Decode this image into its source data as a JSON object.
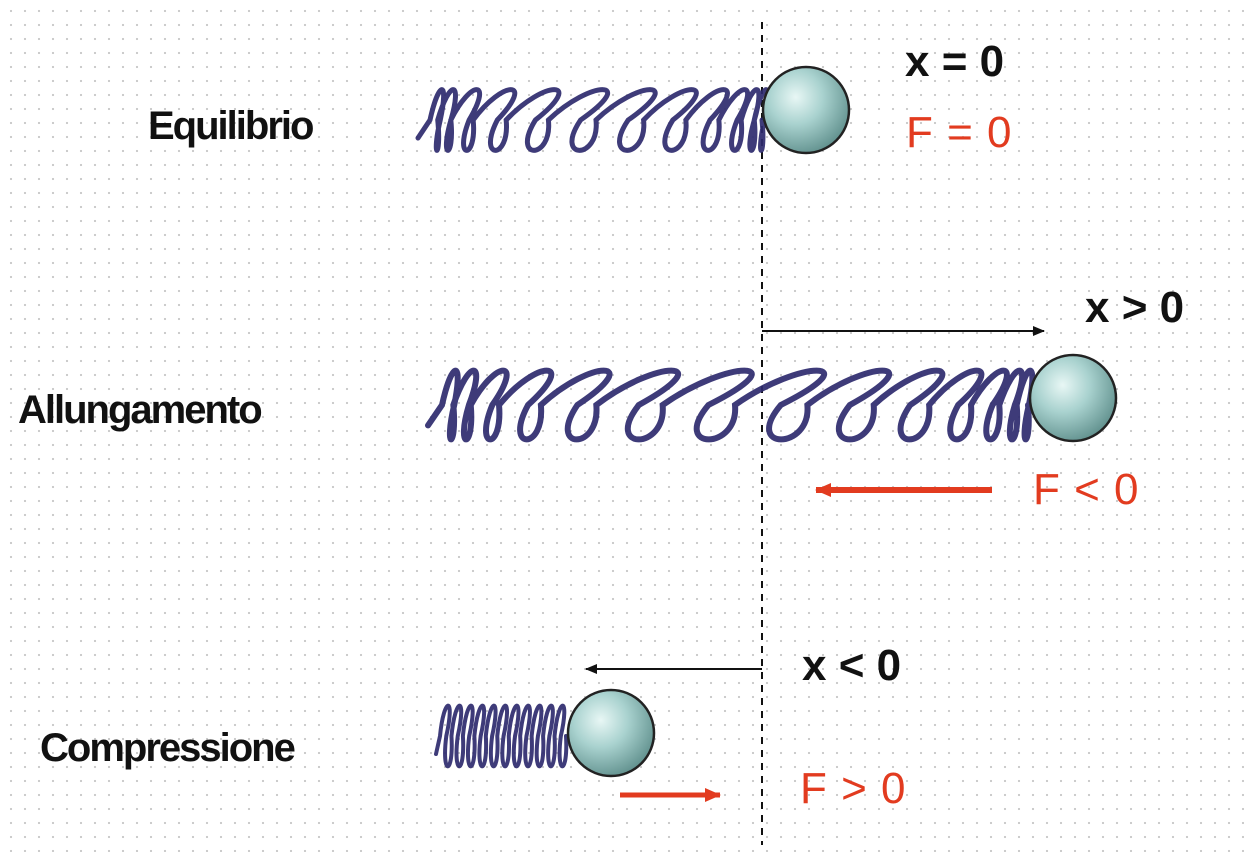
{
  "colors": {
    "spring": "#2e2a6e",
    "ball": "#9ec9c7",
    "force": "#e23b1f",
    "displacement": "#111111"
  },
  "states": [
    {
      "label": "Equilibrio",
      "x_label": "x = 0",
      "f_label": "F = 0"
    },
    {
      "label": "Allungamento",
      "x_label": "x > 0",
      "f_label": "F < 0"
    },
    {
      "label": "Compressione",
      "x_label": "x < 0",
      "f_label": "F > 0"
    }
  ]
}
